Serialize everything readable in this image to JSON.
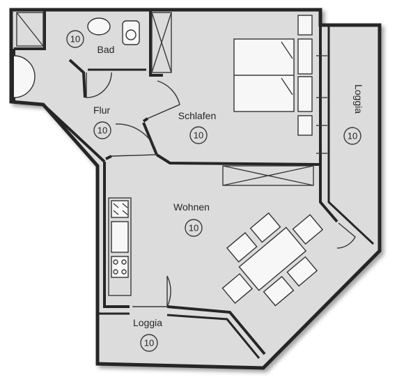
{
  "colors": {
    "background": "#ffffff",
    "floor": "#dcdcdc",
    "wall": "#262626",
    "ink": "#262626"
  },
  "rooms": [
    {
      "id": "bad",
      "label": "Bad",
      "number": "10"
    },
    {
      "id": "flur",
      "label": "Flur",
      "number": "10"
    },
    {
      "id": "schlafen",
      "label": "Schlafen",
      "number": "10"
    },
    {
      "id": "wohnen",
      "label": "Wohnen",
      "number": "10"
    },
    {
      "id": "loggia-right",
      "label": "Loggia",
      "number": "10"
    },
    {
      "id": "loggia-bottom",
      "label": "Loggia",
      "number": "10"
    }
  ]
}
